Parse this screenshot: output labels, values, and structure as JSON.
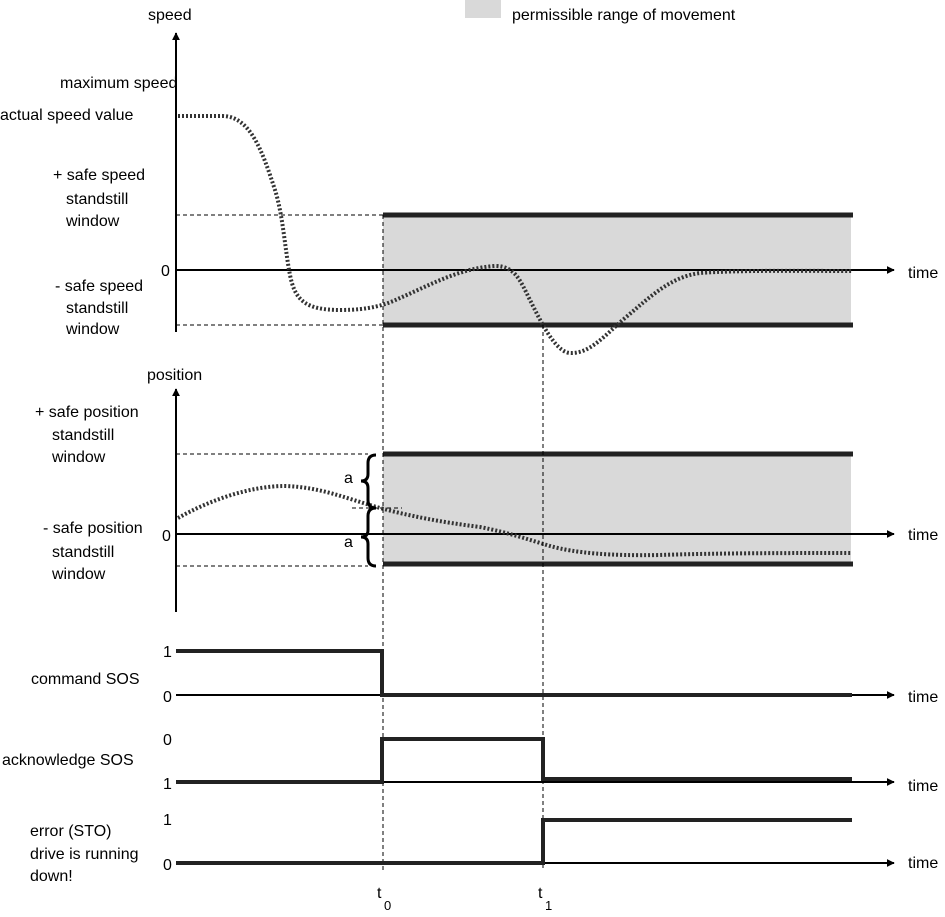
{
  "legend": {
    "label": "permissible range of movement",
    "color": "#d9d9d9"
  },
  "speed_panel": {
    "axis_label": "speed",
    "time_label": "time",
    "zero": "0",
    "maximum_speed": "maximum speed",
    "actual_speed_value": "actual speed value",
    "plus_window": [
      "+ safe speed",
      "standstill",
      "window"
    ],
    "minus_window": [
      "- safe speed",
      "standstill",
      "window"
    ]
  },
  "position_panel": {
    "axis_label": "position",
    "time_label": "time",
    "zero": "0",
    "plus_window": [
      "+ safe position",
      "standstill",
      "window"
    ],
    "minus_window": [
      "- safe position",
      "standstill",
      "window"
    ],
    "a_upper": "a",
    "a_lower": "a"
  },
  "command_panel": {
    "label": "command SOS",
    "level_high": "1",
    "level_low": "0",
    "time_label": "time"
  },
  "acknowledge_panel": {
    "label": "acknowledge SOS",
    "level_top": "0",
    "level_bottom": "1",
    "time_label": "time"
  },
  "error_panel": {
    "label": [
      "error (STO)",
      "drive is running",
      "down!"
    ],
    "level_high": "1",
    "level_low": "0",
    "time_label": "time"
  },
  "time_markers": {
    "t0": "t",
    "t0_sub": "0",
    "t1": "t",
    "t1_sub": "1"
  },
  "colors": {
    "band": "#d9d9d9",
    "line": "#000000",
    "curve": "#333333"
  }
}
